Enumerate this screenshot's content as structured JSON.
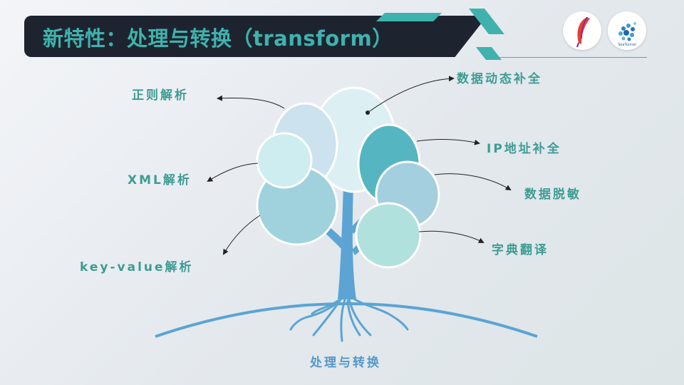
{
  "title": "新特性：处理与转换（transform）",
  "labels": {
    "regex": "正则解析",
    "xml": "XML解析",
    "kv": "key-value解析",
    "data_complete": "数据动态补全",
    "ip_complete": "IP地址补全",
    "masking": "数据脱敏",
    "dict_translate": "字典翻译"
  },
  "bottom_label": "处理与转换",
  "logos": {
    "left_icon": "apache-feather-icon",
    "right_icon": "seatunnel-icon",
    "right_text": "SeaTunnel"
  },
  "colors": {
    "title_bg": "#1d2430",
    "title_text": "#3fb2ad",
    "label_text": "#3e9c93",
    "trunk": "#5ba4d4",
    "bottom_label": "#5598c9"
  }
}
